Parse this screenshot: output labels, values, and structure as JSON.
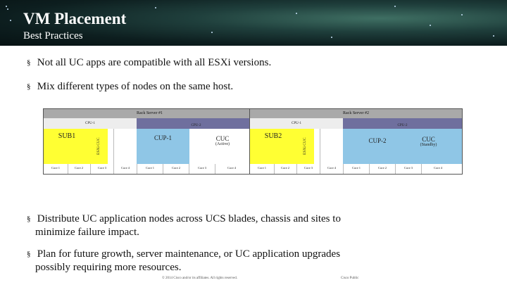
{
  "header": {
    "title": "VM Placement",
    "subtitle": "Best Practices"
  },
  "bullets": {
    "b1": "Not all UC apps are compatible with all ESXi versions.",
    "b2": "Mix different types of nodes on the same host.",
    "b3_line1": "Distribute UC application nodes across UCS blades, chassis and sites to",
    "b3_line2": "minimize failure impact.",
    "b4_line1": "Plan for future growth, server maintenance, or UC application upgrades",
    "b4_line2": "possibly requiring more resources.",
    "marker": "§"
  },
  "servers": [
    {
      "header": "Rack Server #1",
      "cpu1": "CPU-1",
      "cpu2": "CPU-2",
      "node_a": "SUB1",
      "node_b": "CUP-1",
      "node_c": "CUC",
      "node_c_sub": "(Active)",
      "vert_label": "ESXi CUC",
      "cores": [
        "Core 1",
        "Core 2",
        "Core 3",
        "Core 4",
        "Core 1",
        "Core 2",
        "Core 3",
        "Core 4"
      ]
    },
    {
      "header": "Rack Server #2",
      "cpu1": "CPU-1",
      "cpu2": "CPU-2",
      "node_a": "SUB2",
      "node_b": "CUP-2",
      "node_c": "CUC",
      "node_c_sub": "(Standby)",
      "vert_label": "ESXi CUC",
      "cores": [
        "Core 1",
        "Core 2",
        "Core 3",
        "Core 4",
        "Core 1",
        "Core 2",
        "Core 3",
        "Core 4"
      ]
    }
  ],
  "footer": {
    "copyright": "© 2014 Cisco and/or its affiliates. All rights reserved.",
    "label": "Cisco Public"
  },
  "colors": {
    "node_yellow": "#ffff33",
    "node_blue": "#8fc6e6",
    "cpu2_purple": "#6f6f9e"
  }
}
